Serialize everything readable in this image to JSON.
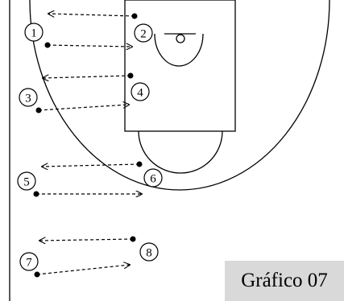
{
  "caption": "Gráfico 07",
  "players": [
    "1",
    "2",
    "3",
    "4",
    "5",
    "6",
    "7",
    "8"
  ],
  "colors": {
    "line": "#000000",
    "caption_bg": "#d9d9d9",
    "background": "#ffffff"
  }
}
